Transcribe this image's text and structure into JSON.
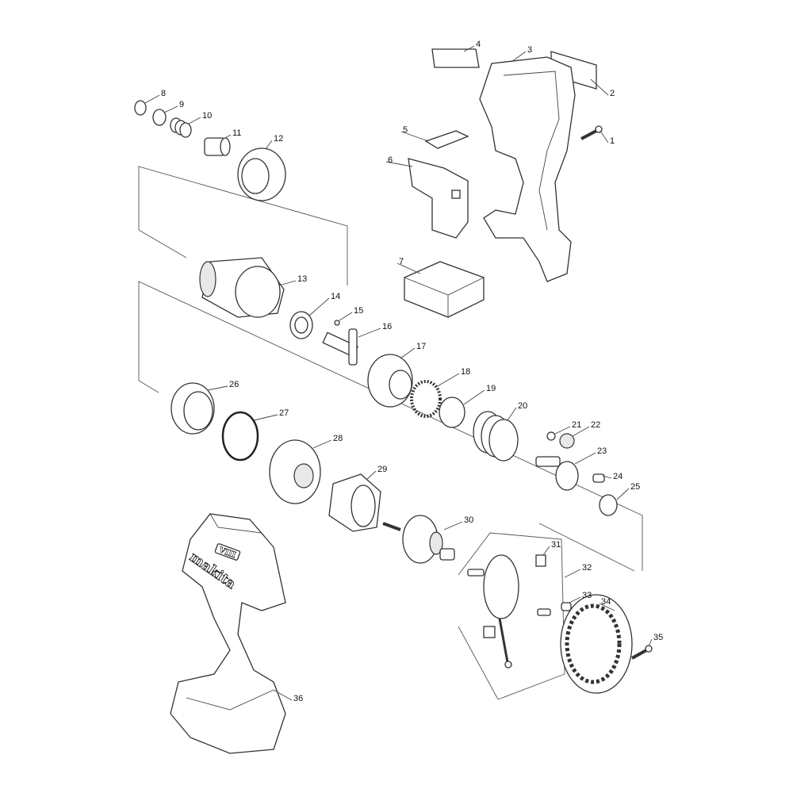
{
  "diagram": {
    "type": "exploded parts diagram",
    "brand_logo": "makita",
    "model_badge": "VIII",
    "part_numbers": [
      "1",
      "2",
      "3",
      "4",
      "5",
      "6",
      "7",
      "8",
      "9",
      "10",
      "11",
      "12",
      "13",
      "14",
      "15",
      "16",
      "17",
      "18",
      "19",
      "20",
      "21",
      "22",
      "23",
      "24",
      "25",
      "26",
      "27",
      "28",
      "29",
      "30",
      "31",
      "32",
      "33",
      "34",
      "35",
      "36"
    ]
  }
}
